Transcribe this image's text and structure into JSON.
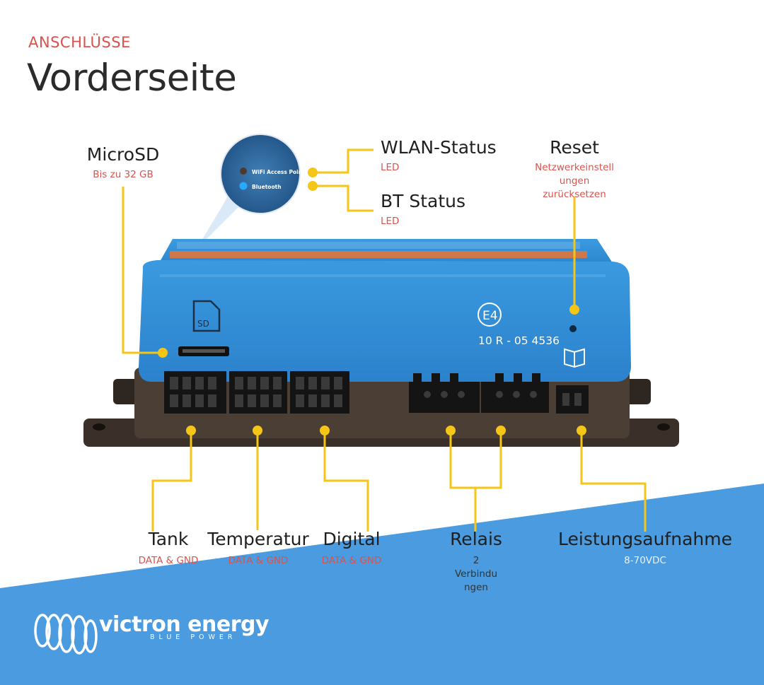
{
  "header": {
    "section": "ANSCHLÜSSE",
    "title": "Vorderseite"
  },
  "callouts": {
    "microsd": {
      "label": "MicroSD",
      "sub": "Bis zu 32 GB"
    },
    "wlan": {
      "label": "WLAN-Status",
      "sub": "LED"
    },
    "bt": {
      "label": "BT Status",
      "sub": "LED"
    },
    "reset": {
      "label": "Reset",
      "sub": [
        "Netzwerkeinstell",
        "ungen",
        "zurücksetzen"
      ]
    },
    "tank": {
      "label": "Tank",
      "sub": "DATA & GND"
    },
    "temperatur": {
      "label": "Temperatur",
      "sub": "DATA & GND"
    },
    "digital": {
      "label": "Digital",
      "sub": "DATA & GND"
    },
    "relais": {
      "label": "Relais",
      "sub": [
        "2",
        "Verbindu",
        "ngen"
      ]
    },
    "power": {
      "label": "Leistungsaufnahme",
      "sub": "8-70VDC"
    }
  },
  "device": {
    "sd_card_label": "SD",
    "cert_mark": "E4",
    "approval": "10 R - 05 4536",
    "zoom": {
      "led1": "WiFi Access Point",
      "led2": "Bluetooth"
    }
  },
  "brand": {
    "name": "victron energy",
    "tagline": "BLUE POWER"
  },
  "colors": {
    "accent_red": "#d9534f",
    "callout_yellow": "#f5c518",
    "device_blue": "#2f8fd3",
    "background_blue": "#4a9be0",
    "base_brown": "#4b3f35"
  }
}
